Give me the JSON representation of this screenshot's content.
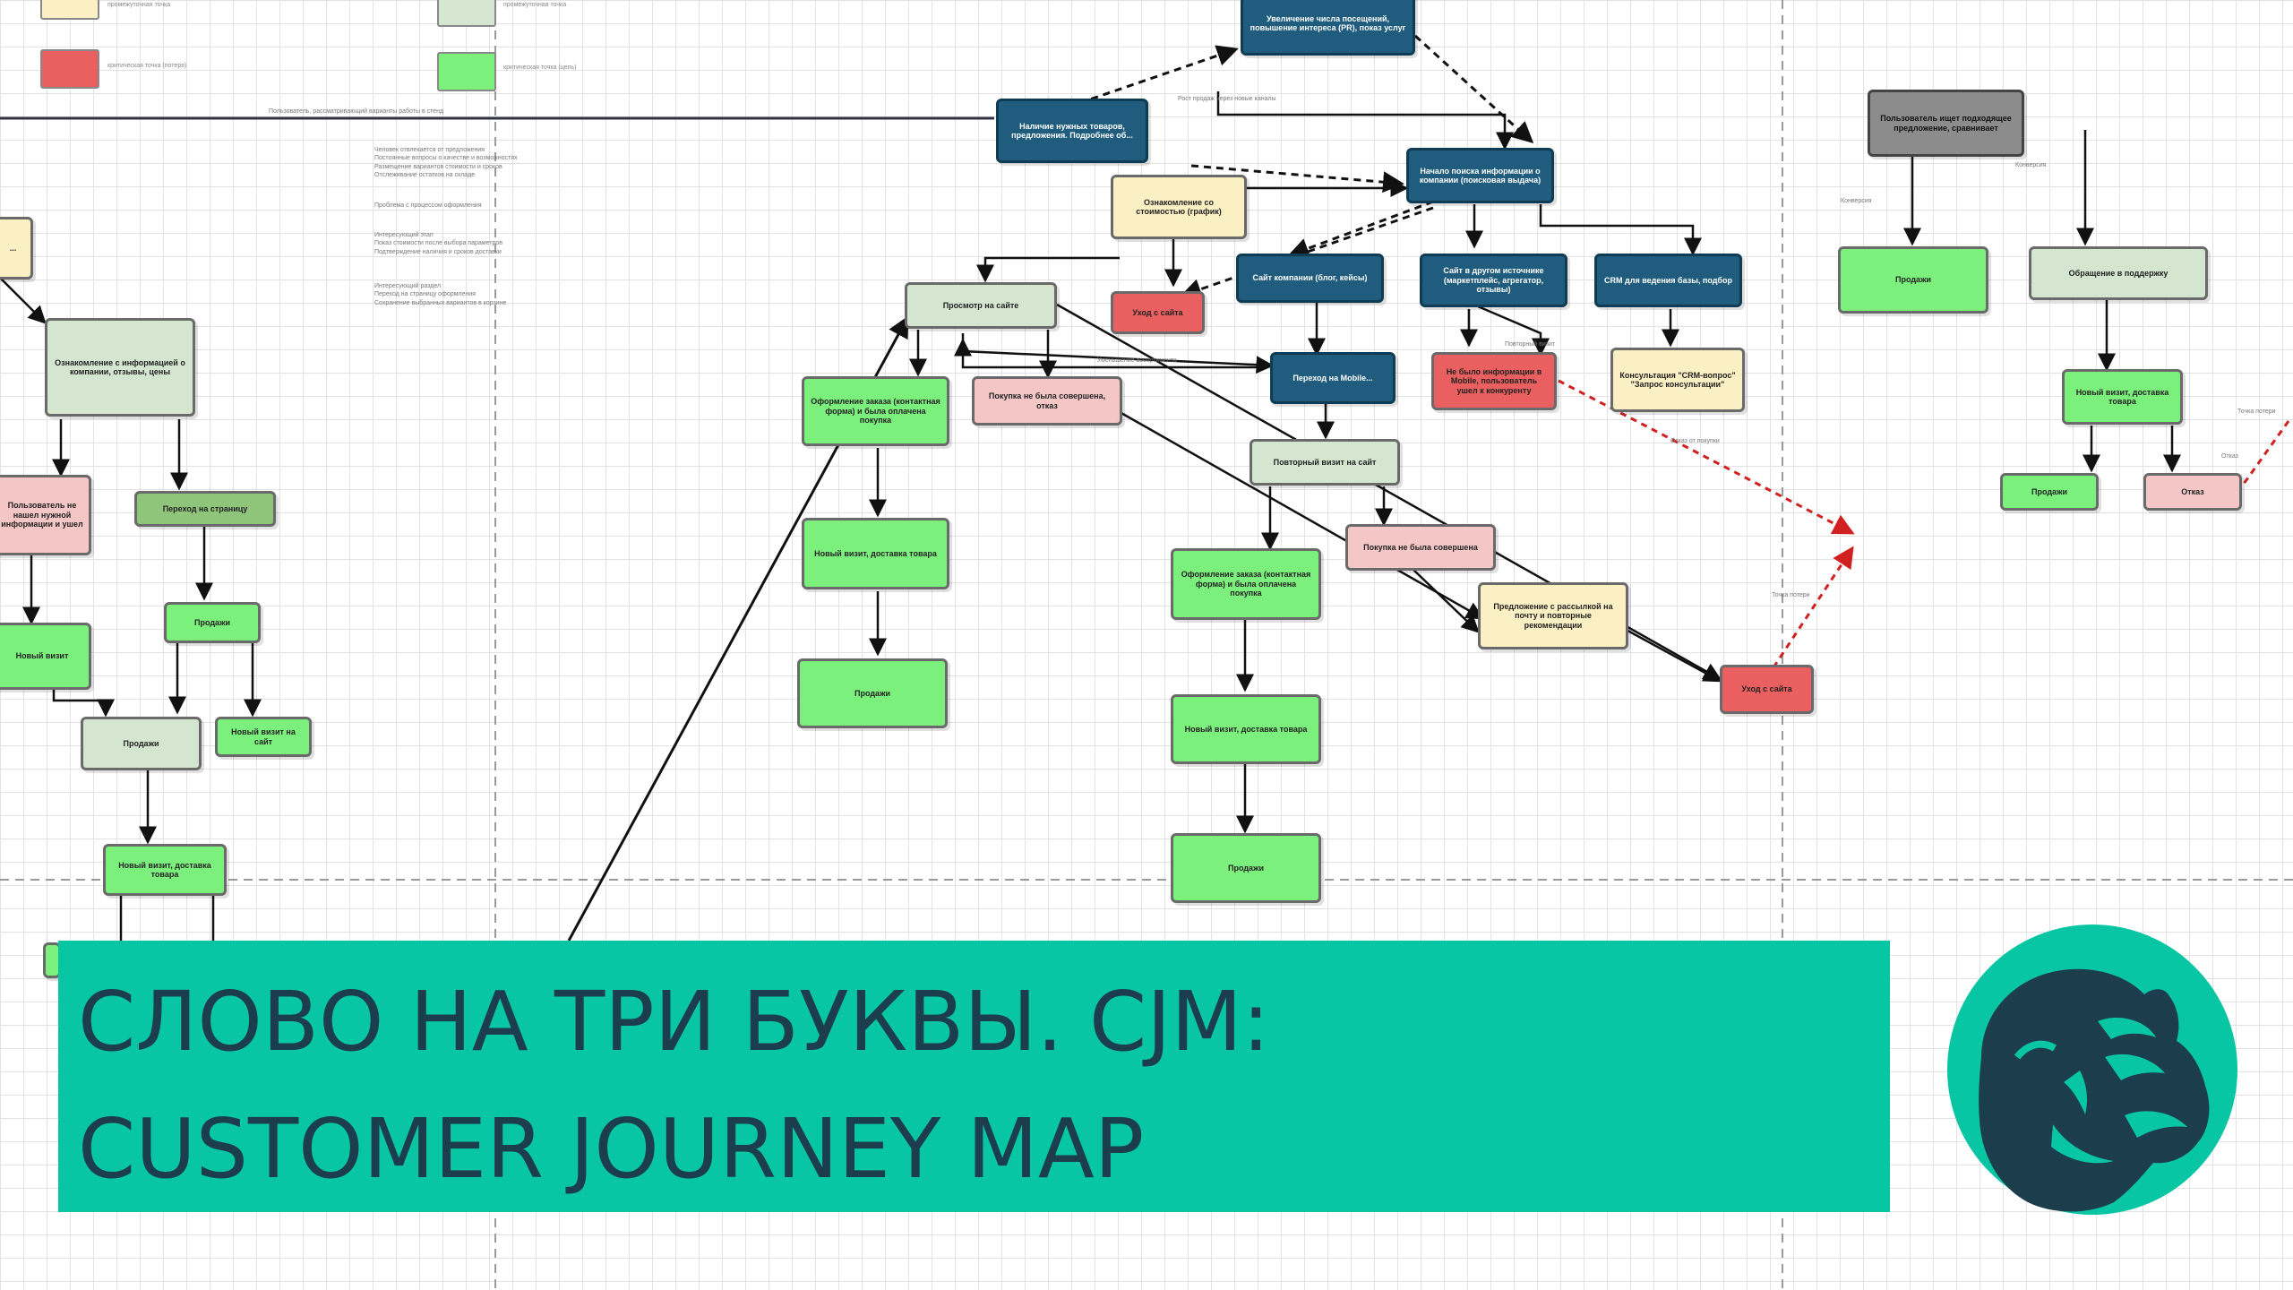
{
  "title": {
    "line1": "СЛОВО НА ТРИ БУКВЫ. CJM:",
    "line2": "CUSTOMER JOURNEY MAP"
  },
  "colors": {
    "teal_banner": "#08c6a3",
    "title_text": "#1c3d4c",
    "node_blue": "#1f5c7e",
    "node_green": "#7cf07c",
    "node_sage": "#d4e6cf",
    "node_cream": "#fbf0c4",
    "node_pink": "#f4c6c6",
    "node_red": "#ea5f5f",
    "node_olive": "#8fc57b",
    "node_gray": "#8c8c8c",
    "logo_circle": "#08c6a3",
    "logo_shape": "#1c3d4c"
  },
  "diagram": {
    "legend": [
      {
        "id": "leg-cream",
        "color": "#fbf0c4",
        "label": "промежуточная точка"
      },
      {
        "id": "leg-sage",
        "color": "#d4e6cf",
        "label": "промежуточная точка"
      },
      {
        "id": "leg-red",
        "color": "#ea5f5f",
        "label": "критическая точка (потеря)"
      },
      {
        "id": "leg-green",
        "color": "#7cf07c",
        "label": "критическая точка (цель)"
      }
    ],
    "notes": [
      {
        "id": "note-1",
        "text": "Пользователь, рассматривающий варианты работы в стенд"
      },
      {
        "id": "note-2",
        "text": "Человек отвлекается от предложения\nПостоянные вопросы о качестве и возможностях\nРазмещение вариантов стоимости и сроков\nОтслеживание остатков на складе"
      },
      {
        "id": "note-3",
        "text": "Проблема с процессом оформления"
      },
      {
        "id": "note-4",
        "text": "Интересующий этап\nПоказ стоимости после выбора параметров\nПодтверждение наличия и сроков доставки"
      },
      {
        "id": "note-5",
        "text": "Интересующий раздел\nПереход на страницу оформления\nСохранение выбранных вариантов в корзине"
      },
      {
        "id": "note-6",
        "text": "Рост продаж через новые каналы"
      },
      {
        "id": "note-7",
        "text": "Уменьшение ассортимента"
      },
      {
        "id": "note-8",
        "text": "Отказ от покупки"
      },
      {
        "id": "note-9",
        "text": "Точка потери"
      },
      {
        "id": "note-10",
        "text": "Точка потери"
      },
      {
        "id": "note-11",
        "text": "Повторный визит"
      },
      {
        "id": "note-12",
        "text": "Конверсия"
      },
      {
        "id": "note-13",
        "text": "Конверсия"
      },
      {
        "id": "note-14",
        "text": "Отказ"
      }
    ],
    "nodes": [
      {
        "id": "n1",
        "color": "#1f5c7e",
        "label": "Увеличение числа посещений, повышение интереса (PR), показ услуг"
      },
      {
        "id": "n2",
        "color": "#1f5c7e",
        "label": "Наличие нужных товаров, предложения. Подробнее об..."
      },
      {
        "id": "n3",
        "color": "#1f5c7e",
        "label": "Начало поиска информации о компании (поисковая выдача)"
      },
      {
        "id": "n4",
        "color": "#fbf0c4",
        "label": "Ознакомление со стоимостью (график)"
      },
      {
        "id": "n5",
        "color": "#1f5c7e",
        "label": "Сайт компании (блог, кейсы)"
      },
      {
        "id": "n6",
        "color": "#1f5c7e",
        "label": "Сайт в другом источнике (маркетплейс, агрегатор, отзывы)"
      },
      {
        "id": "n7",
        "color": "#1f5c7e",
        "label": "CRM для ведения базы, подбор"
      },
      {
        "id": "n8",
        "color": "#d4e6cf",
        "label": "Просмотр на сайте"
      },
      {
        "id": "n9",
        "color": "#ea5f5f",
        "label": "Уход с сайта"
      },
      {
        "id": "n10",
        "color": "#1f5c7e",
        "label": "Переход на Mobile..."
      },
      {
        "id": "n11",
        "color": "#ea5f5f",
        "label": "Не было информации в Mobile, пользователь ушел к конкуренту"
      },
      {
        "id": "n12",
        "color": "#fbf0c4",
        "label": "Консультация \"CRM-вопрос\" \"Запрос консультации\""
      },
      {
        "id": "n13",
        "color": "#7cf07c",
        "label": "Оформление заказа (контактная форма) и была оплачена покупка"
      },
      {
        "id": "n14",
        "color": "#f4c6c6",
        "label": "Покупка не была совершена, отказ"
      },
      {
        "id": "n15",
        "color": "#d4e6cf",
        "label": "Повторный визит на сайт"
      },
      {
        "id": "n16",
        "color": "#7cf07c",
        "label": "Новый визит, доставка товара"
      },
      {
        "id": "n17",
        "color": "#f4c6c6",
        "label": "Покупка не была совершена"
      },
      {
        "id": "n18",
        "color": "#7cf07c",
        "label": "Оформление заказа (контактная форма) и была оплачена покупка"
      },
      {
        "id": "n19",
        "color": "#fbf0c4",
        "label": "Предложение с рассылкой на почту и повторные рекомендации"
      },
      {
        "id": "n20",
        "color": "#7cf07c",
        "label": "Продажи"
      },
      {
        "id": "n21",
        "color": "#7cf07c",
        "label": "Новый визит, доставка товара"
      },
      {
        "id": "n22",
        "color": "#ea5f5f",
        "label": "Уход с сайта"
      },
      {
        "id": "n23",
        "color": "#7cf07c",
        "label": "Продажи"
      },
      {
        "id": "n24",
        "color": "#8c8c8c",
        "label": "Пользователь ищет подходящее предложение, сравнивает"
      },
      {
        "id": "n25",
        "color": "#7cf07c",
        "label": "Продажи"
      },
      {
        "id": "n26",
        "color": "#d4e6cf",
        "label": "Обращение в поддержку"
      },
      {
        "id": "n27",
        "color": "#7cf07c",
        "label": "Новый визит, доставка товара"
      },
      {
        "id": "n28",
        "color": "#7cf07c",
        "label": "Продажи"
      },
      {
        "id": "n29",
        "color": "#f4c6c6",
        "label": "Отказ"
      },
      {
        "id": "n30",
        "color": "#fbf0c4",
        "label": "..."
      },
      {
        "id": "n31",
        "color": "#d4e6cf",
        "label": "Ознакомление с информацией о компании, отзывы, цены"
      },
      {
        "id": "n32",
        "color": "#f4c6c6",
        "label": "Пользователь не нашел нужной информации и ушел"
      },
      {
        "id": "n33",
        "color": "#8fc57b",
        "label": "Переход на страницу"
      },
      {
        "id": "n34",
        "color": "#7cf07c",
        "label": "Новый визит"
      },
      {
        "id": "n35",
        "color": "#7cf07c",
        "label": "Продажи"
      },
      {
        "id": "n36",
        "color": "#d4e6cf",
        "label": "Новый визит на сайт"
      },
      {
        "id": "n37",
        "color": "#7cf07c",
        "label": "Продажи"
      },
      {
        "id": "n38",
        "color": "#7cf07c",
        "label": "Новый визит, доставка товара"
      }
    ]
  }
}
